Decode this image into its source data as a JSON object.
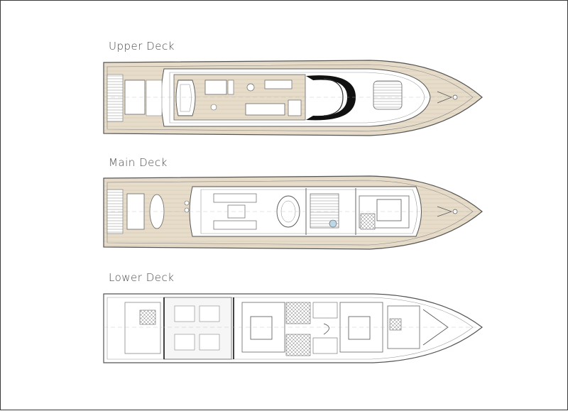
{
  "decks": [
    {
      "title": "Upper Deck"
    },
    {
      "title": "Main Deck"
    },
    {
      "title": "Lower Deck"
    }
  ],
  "colors": {
    "frame": "#3a3a3a",
    "teak": "#e6dcc9",
    "line": "#555555",
    "light_line": "#9a9a9a",
    "furniture": "#777777",
    "glass": "#bcd7e6"
  }
}
